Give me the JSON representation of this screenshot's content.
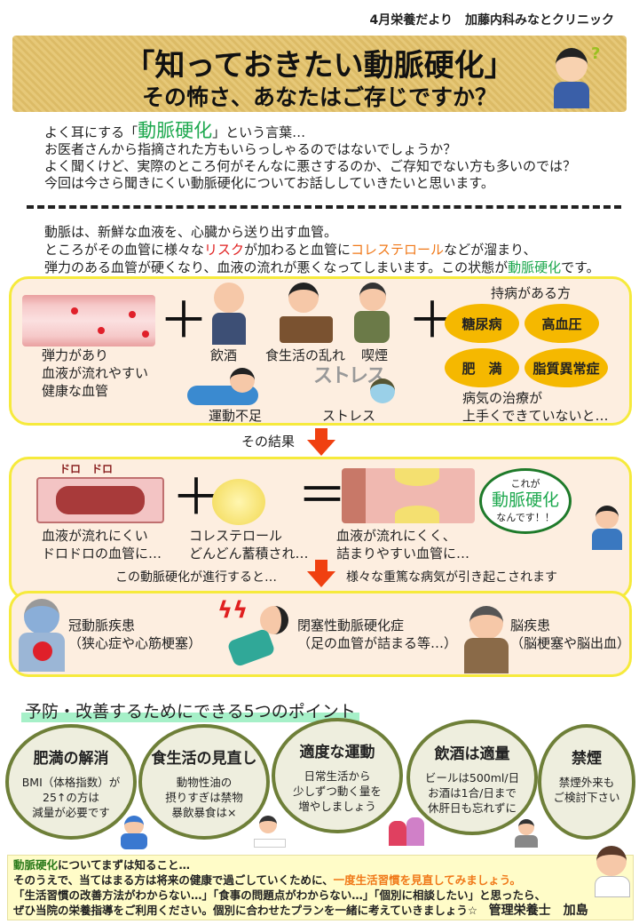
{
  "header": {
    "issue": "4月栄養だより　加藤内科みなとクリニック"
  },
  "banner": {
    "title": "「知っておきたい動脈硬化」",
    "subtitle": "その怖さ、あなたはご存じですか？"
  },
  "intro": {
    "l1a": "よく耳にする「",
    "l1b": "動脈硬化",
    "l1c": "」という言葉…",
    "l2": "お医者さんから指摘された方もいらっしゃるのではないでしょうか？",
    "l3": "よく聞くけど、実際のところ何がそんなに悪さするのか、ご存知でない方も多いのでは？",
    "l4": "今回は今さら聞きにくい動脈硬化についてお話ししていきたいと思います。"
  },
  "para": {
    "l1": "動脈は、新鮮な血液を、心臓から送り出す血管。",
    "l2a": "ところがその血管に様々な",
    "l2b": "リスク",
    "l2c": "が加わると血管に",
    "l2d": "コレステロール",
    "l2e": "などが溜まり、",
    "l3a": "弾力のある血管が硬くなり、血液の流れが悪くなってしまいます。この状態が",
    "l3b": "動脈硬化",
    "l3c": "です。"
  },
  "box1": {
    "healthy": [
      "弾力があり",
      "血液が流れやすい",
      "健康な血管"
    ],
    "plus": "＋",
    "risks": [
      "飲酒",
      "食生活の乱れ",
      "喫煙",
      "運動不足",
      "ストレス"
    ],
    "stress_art": "ストレス",
    "chronic_title": "持病がある方",
    "chronic": [
      "糖尿病",
      "高血圧",
      "肥　満",
      "脂質異常症"
    ],
    "chronic_note": [
      "病気の治療が",
      "上手くできていないと…"
    ]
  },
  "result_label": "その結果",
  "box2": {
    "doro": "ドロ　ドロ",
    "thick": [
      "血液が流れにくい",
      "ドロドロの血管に…"
    ],
    "chol": [
      "コレステロール",
      "どんどん蓄積され…"
    ],
    "equals": "＝",
    "clog": [
      "血液が流れにくく、",
      "詰まりやすい血管に…"
    ],
    "bubble": {
      "top": "これが",
      "main": "動脈硬化",
      "bottom": "なんです！！"
    }
  },
  "progress": {
    "left": "この動脈硬化が進行すると…",
    "right": "様々な重篤な病気が引き起こされます"
  },
  "box3": {
    "diseases": [
      {
        "name": "冠動脈疾患",
        "detail": "（狭心症や心筋梗塞）"
      },
      {
        "name": "閉塞性動脈硬化症",
        "detail": "（足の血管が詰まる等…）"
      },
      {
        "name": "脳疾患",
        "detail": "（脳梗塞や脳出血）"
      }
    ]
  },
  "points": {
    "heading": "予防・改善するためにできる5つのポイント",
    "items": [
      {
        "title": "肥満の解消",
        "lines": [
          "BMI（体格指数）が",
          "25↑の方は",
          "減量が必要です"
        ]
      },
      {
        "title": "食生活の見直し",
        "lines": [
          "動物性油の",
          "摂りすぎは禁物",
          "暴飲暴食は×"
        ]
      },
      {
        "title": "適度な運動",
        "lines": [
          "日常生活から",
          "少しずつ動く量を",
          "増やしましょう"
        ]
      },
      {
        "title": "飲酒は適量",
        "lines": [
          "ビールは500ml/日",
          "お酒は1合/日まで",
          "休肝日も忘れずに"
        ]
      },
      {
        "title": "禁煙",
        "lines": [
          "禁煙外来も",
          "ご検討下さい"
        ]
      }
    ]
  },
  "bottom": {
    "l1a": "動脈硬化",
    "l1b": "についてまずは知ること…",
    "l2a": "そのうえで、当てはまる方は将来の健康で過ごしていくために、",
    "l2b": "一度生活習慣を見直してみましょう。",
    "l3": "「生活習慣の改善方法がわからない…」「食事の問題点がわからない…」「個別に相談したい」と思ったら、",
    "l4": "ぜひ当院の栄養指導をご利用ください。個別に合わせたプランを一緒に考えていきましょう☆",
    "signature": "管理栄養士　加島"
  },
  "colors": {
    "box_bg": "#fdeee0",
    "box_border": "#f6ea3c",
    "green": "#1da84e",
    "arrow": "#f04010",
    "pill": "#f5b800",
    "circle_border": "#6e7f38"
  }
}
